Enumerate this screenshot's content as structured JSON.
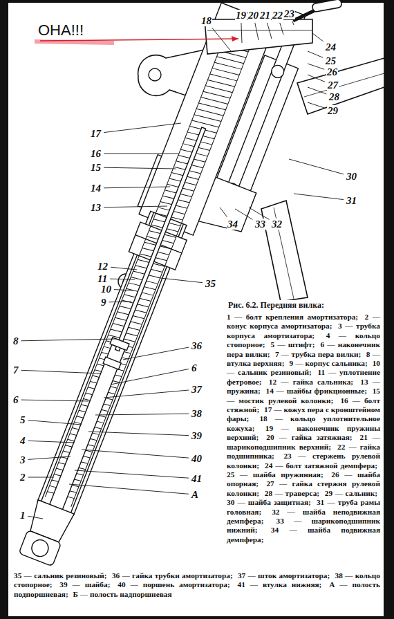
{
  "diagram": {
    "caption": "Рис. 6.2. Передняя вилка:",
    "labels": [
      "ОНА!!!",
      "18",
      "19",
      "20",
      "21",
      "22",
      "23",
      "24",
      "25",
      "26",
      "27",
      "28",
      "29",
      "17",
      "16",
      "15",
      "14",
      "30",
      "13",
      "31",
      "34",
      "33",
      "32",
      "12",
      "11",
      "35",
      "10",
      "9",
      "8",
      "36",
      "7",
      "6",
      "37",
      "6",
      "38",
      "5",
      "39",
      "4",
      "40",
      "3",
      "2",
      "41",
      "А",
      "1",
      "1 — болт крепления амортизатора;",
      "2 — конус корпуса амортизатора;",
      "3 — трубка корпуса амортизатора;",
      "4 — кольцо стопорное;",
      "5 — штифт;",
      "6 — наконечник пера вилки;",
      "7 — трубка пера вилки;",
      "8 — втулка верхняя;",
      "9 — корпус сальника;",
      "10 — сальник резиновый;",
      "11 — уплотнение фетровое;",
      "12 — гайка сальника;",
      "13 — пружина;",
      "14 — шайбы фрикционные;",
      "15 — мостик рулевой колонки;",
      "16 — болт стяжной;",
      "17 — кожух пера с кронштейном фары;",
      "18 — кольцо уплотнительное кожуха;",
      "19 — наконечник пружины верхний;",
      "20 — гайка затяжная;",
      "21 — шарикоподшипник верхний;",
      "22 — гайка подшипника;",
      "23 — стержень рулевой колонки;",
      "24 — болт затяжной демпфера;",
      "25 — шайба пружинная;",
      "26 — шайба опорная;",
      "27 — гайка стержня рулевой колонки;",
      "28 — траверса;",
      "29 — сальник;",
      "30 — шайба защитная;",
      "31 — труба рамы головная;",
      "32 — шайба неподвижная демпфера;",
      "33 — шарикоподшипник нижний;",
      "34 — шайба подвижная демпфера;",
      "35 — сальник резиновый;",
      "36 — гайка трубки амортизатора;",
      "37 — шток амортизатора;",
      "38 — кольцо стопорное;",
      "39 — шайба;",
      "40 — поршень амортизатора;",
      "41 — втулка нижняя;",
      "А — полость подпоршневая;",
      "Б — полость надпоршневая"
    ]
  }
}
